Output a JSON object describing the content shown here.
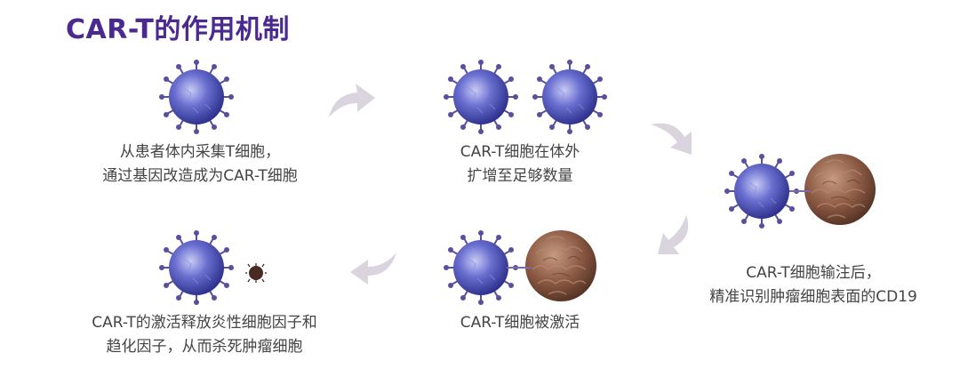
{
  "title": "CAR-T的作用机制",
  "steps": [
    {
      "line1": "从患者体内采集T细胞，",
      "line2": "通过基因改造成为CAR-T细胞"
    },
    {
      "line1": "CAR-T细胞在体外",
      "line2": "扩增至足够数量"
    },
    {
      "line1": "CAR-T细胞输注后，",
      "line2": "精准识别肿瘤细胞表面的CD19"
    },
    {
      "line1": "CAR-T细胞被激活",
      "line2": ""
    },
    {
      "line1": "CAR-T的激活释放炎性细胞因子和",
      "line2": "趋化因子，从而杀死肿瘤细胞"
    }
  ],
  "colors": {
    "title": "#4b2a8f",
    "tcell": "#4a4fb8",
    "receptor": "#5a4f9c",
    "tumor": "#8a5a44",
    "arrow": "#d9d4dd",
    "text": "#444444"
  },
  "icons": [
    "t-cell-icon",
    "tumor-cell-icon",
    "curved-arrow-icon"
  ]
}
